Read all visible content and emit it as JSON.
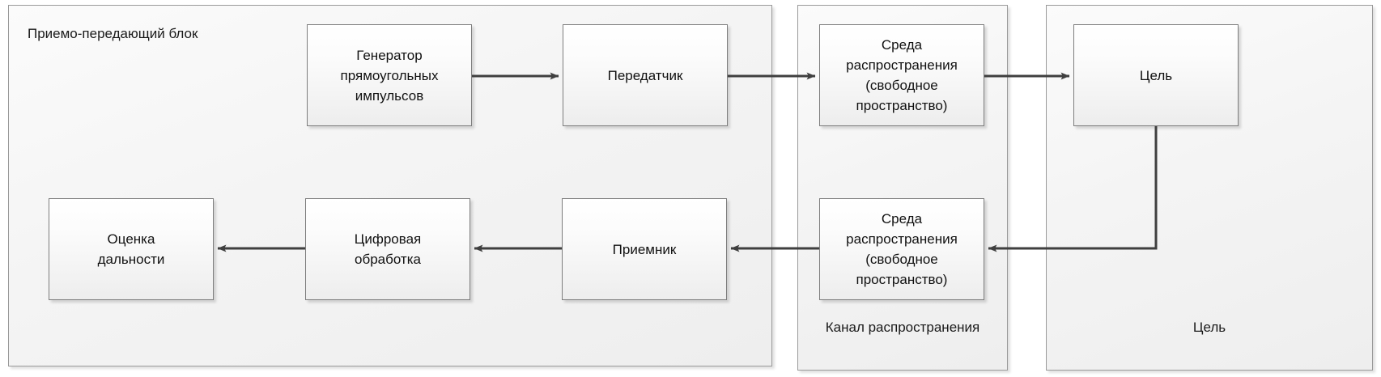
{
  "diagram": {
    "title": "Radar block diagram",
    "language": "ru",
    "stroke_color": "#3f3f3f",
    "box_border_color": "#7d7d7d",
    "container_border_color": "#9a9a9a"
  },
  "containers": [
    {
      "id": "transceiver",
      "label": "Приемо-передающий блок",
      "label_position": "top-left"
    },
    {
      "id": "channel",
      "label": "Канал распространения",
      "label_position": "bottom-center"
    },
    {
      "id": "target_group",
      "label": "Цель",
      "label_position": "bottom-center"
    }
  ],
  "boxes": [
    {
      "id": "pulse_generator",
      "label": "Генератор\nпрямоугольных\nимпульсов"
    },
    {
      "id": "transmitter",
      "label": "Передатчик"
    },
    {
      "id": "medium_forward",
      "label": "Среда\nраспространения\n(свободное\nпространство)"
    },
    {
      "id": "target",
      "label": "Цель"
    },
    {
      "id": "range_estimation",
      "label": "Оценка\nдальности"
    },
    {
      "id": "digital_processing",
      "label": "Цифровая\nобработка"
    },
    {
      "id": "receiver",
      "label": "Приемник"
    },
    {
      "id": "medium_return",
      "label": "Среда\nраспространения\n(свободное\nпространство)"
    }
  ],
  "connections": [
    {
      "id": "gen-to-tx",
      "from": "pulse_generator",
      "to": "transmitter",
      "direction": "right"
    },
    {
      "id": "tx-to-medium",
      "from": "transmitter",
      "to": "medium_forward",
      "direction": "right"
    },
    {
      "id": "medium-to-target",
      "from": "medium_forward",
      "to": "target",
      "direction": "right"
    },
    {
      "id": "target-to-medium-return",
      "from": "target",
      "to": "medium_return",
      "direction": "down-left"
    },
    {
      "id": "medium-return-to-rx",
      "from": "medium_return",
      "to": "receiver",
      "direction": "left"
    },
    {
      "id": "rx-to-dsp",
      "from": "receiver",
      "to": "digital_processing",
      "direction": "left"
    },
    {
      "id": "dsp-to-range",
      "from": "digital_processing",
      "to": "range_estimation",
      "direction": "left"
    }
  ]
}
